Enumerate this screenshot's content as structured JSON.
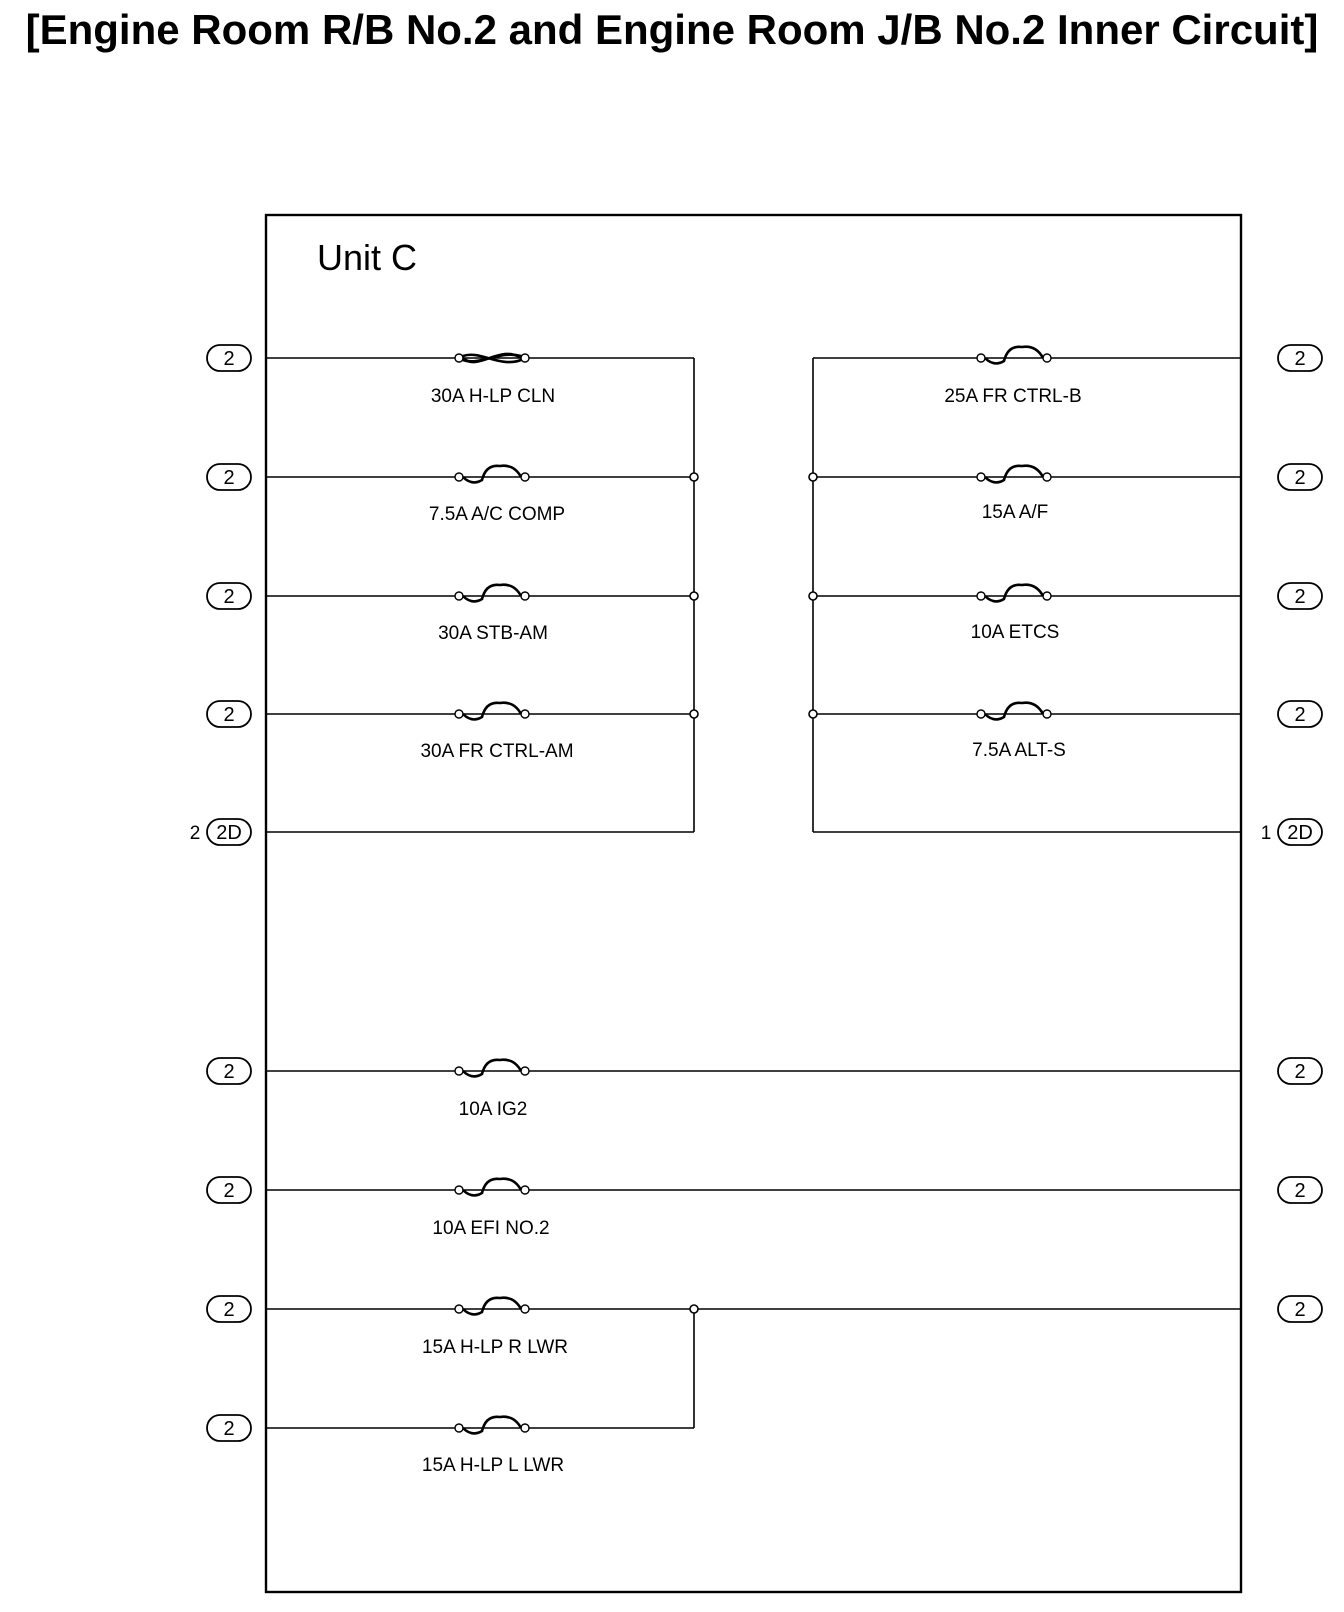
{
  "title": "[Engine Room R/B No.2 and Engine Room J/B No.2 Inner Circuit]",
  "unit_label": "Unit C",
  "left_fuses": [
    {
      "label": "30A H-LP CLN",
      "connector": "2"
    },
    {
      "label": "7.5A A/C COMP",
      "connector": "2"
    },
    {
      "label": "30A STB-AM",
      "connector": "2"
    },
    {
      "label": "30A FR CTRL-AM",
      "connector": "2"
    }
  ],
  "left_bus_connector": {
    "pin": "2",
    "connector": "2D"
  },
  "right_fuses": [
    {
      "label": "25A FR CTRL-B",
      "connector": "2"
    },
    {
      "label": "15A A/F",
      "connector": "2"
    },
    {
      "label": "10A ETCS",
      "connector": "2"
    },
    {
      "label": "7.5A ALT-S",
      "connector": "2"
    }
  ],
  "right_bus_connector": {
    "pin": "1",
    "connector": "2D"
  },
  "lower_fuses": [
    {
      "label": "10A IG2",
      "left_connector": "2",
      "right_connector": "2"
    },
    {
      "label": "10A EFI NO.2",
      "left_connector": "2",
      "right_connector": "2"
    },
    {
      "label": "15A H-LP R LWR",
      "left_connector": "2",
      "right_connector": "2"
    },
    {
      "label": "15A H-LP L LWR",
      "left_connector": "2",
      "right_connector": ""
    }
  ]
}
